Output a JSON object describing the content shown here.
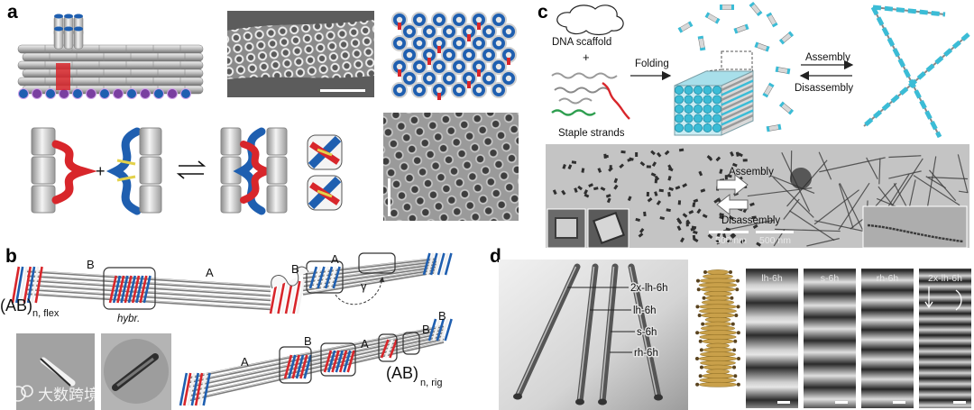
{
  "panel_labels": {
    "a": "a",
    "b": "b",
    "c": "c",
    "d": "d"
  },
  "panel_a": {
    "plus": "+"
  },
  "panel_b": {
    "upper": {
      "label_b": "B",
      "label_a": "A",
      "formula": "(AB)",
      "formula_sub": "n, flex",
      "hybr": "hybr.",
      "kink_label_b": "B",
      "kink_label_a": "A",
      "angle": "γ"
    },
    "lower": {
      "labels": [
        "A",
        "B",
        "A",
        "B",
        "B"
      ],
      "formula": "(AB)",
      "formula_sub": "n, rig"
    }
  },
  "panel_c": {
    "scaffold": "DNA scaffold",
    "plus": "+",
    "staples": "Staple strands",
    "folding": "Folding",
    "assembly": "Assembly",
    "disassembly": "Disassembly",
    "micrograph": {
      "assembly": "Assembly",
      "disassembly": "Disassembly",
      "scale_bars": [
        "500 nm",
        "500 nm"
      ]
    }
  },
  "panel_d": {
    "rod_labels": [
      "2x-lh-6h",
      "lh-6h",
      "s-6h",
      "rh-6h"
    ],
    "micrograph_labels": [
      "lh-6h",
      "s-6h",
      "rh-6h",
      "2x-lh-6h"
    ]
  },
  "watermark": {
    "text": "大数跨境"
  },
  "colors": {
    "helix_red": "#d8262b",
    "helix_blue": "#1f5fb0",
    "origami_cyan": "#3bbcd6",
    "staple_green": "#2e9e4f",
    "gold": "#c9a04a"
  }
}
